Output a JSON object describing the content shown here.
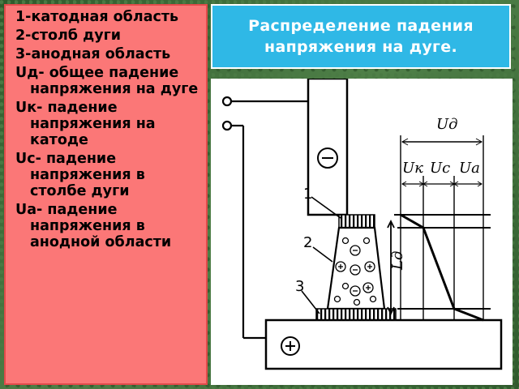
{
  "legend": {
    "items": [
      "1-катодная область",
      "2-столб дуги",
      "3-анодная область",
      "Uд- общее падение напряжения на дуге",
      "Uк- падение напряжения на катоде",
      "Uc- падение напряжения в столбе дуги",
      "Ua- падение напряжения в анодной области"
    ]
  },
  "title": "Распределение падения напряжения на дуге.",
  "diagram": {
    "label_Ud": "Uд",
    "label_Uk": "Uк",
    "label_Uc": "Uc",
    "label_Ua": "Ua",
    "label_Ld": "Lд",
    "num_1": "1",
    "num_2": "2",
    "num_3": "3",
    "cathode_sign": "⊖",
    "anode_sign": "⊕"
  },
  "colors": {
    "legend_bg": "#fb7777",
    "title_bg": "#2fb8e6"
  }
}
